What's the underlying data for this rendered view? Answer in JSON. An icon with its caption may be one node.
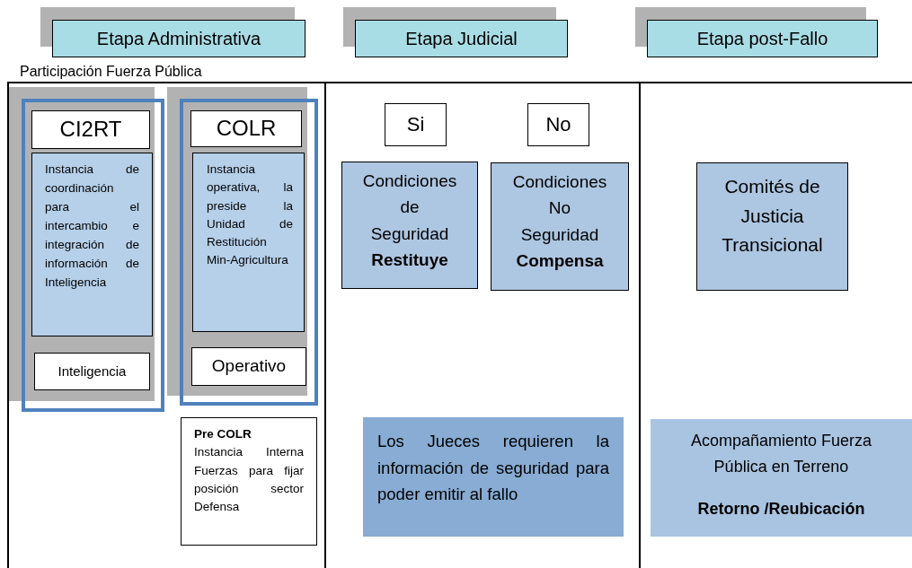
{
  "diagram": {
    "nodes": [
      {
        "text": [
          "Etapa Administrativa"
        ]
      },
      {
        "text": [
          "Etapa Judicial"
        ]
      },
      {
        "text": [
          "Etapa post-Fallo"
        ]
      },
      {
        "text": [],
        "shape": "box"
      },
      {
        "text": [
          "CI2RT"
        ],
        "in": 3
      },
      {
        "text": [
          "Instancia de coordinación para el intercambio e integración de información de Inteligencia"
        ],
        "in": 3
      },
      {
        "text": [
          "Inteligencia"
        ],
        "in": 3
      },
      {
        "text": [],
        "shape": "box"
      },
      {
        "text": [
          "COLR"
        ],
        "in": 7
      },
      {
        "text": [
          "Instancia operativa, la preside la Unidad de Restitución Min-Agricultura"
        ],
        "in": 7
      },
      {
        "text": [
          "Operativo"
        ],
        "in": 7
      },
      {
        "text": [
          "Pre COLR",
          "Instancia Interna Fuerzas para fijar posición sector Defensa"
        ]
      },
      {
        "text": [
          "Si"
        ]
      },
      {
        "text": [
          "No"
        ]
      },
      {
        "text": [
          "Condiciones de Seguridad",
          "Restituye"
        ]
      },
      {
        "text": [
          "Condiciones No Seguridad",
          "Compensa"
        ]
      },
      {
        "text": [
          "Comités de Justicia Transicional"
        ]
      },
      {
        "text": [
          "Los Jueces requieren la información de seguridad para poder emitir al fallo"
        ]
      },
      {
        "text": [
          "Acompañamiento Fuerza Pública en Terreno",
          "Retorno /Reubicación"
        ]
      }
    ],
    "labels": [
      "Participación Fuerza Pública"
    ]
  }
}
